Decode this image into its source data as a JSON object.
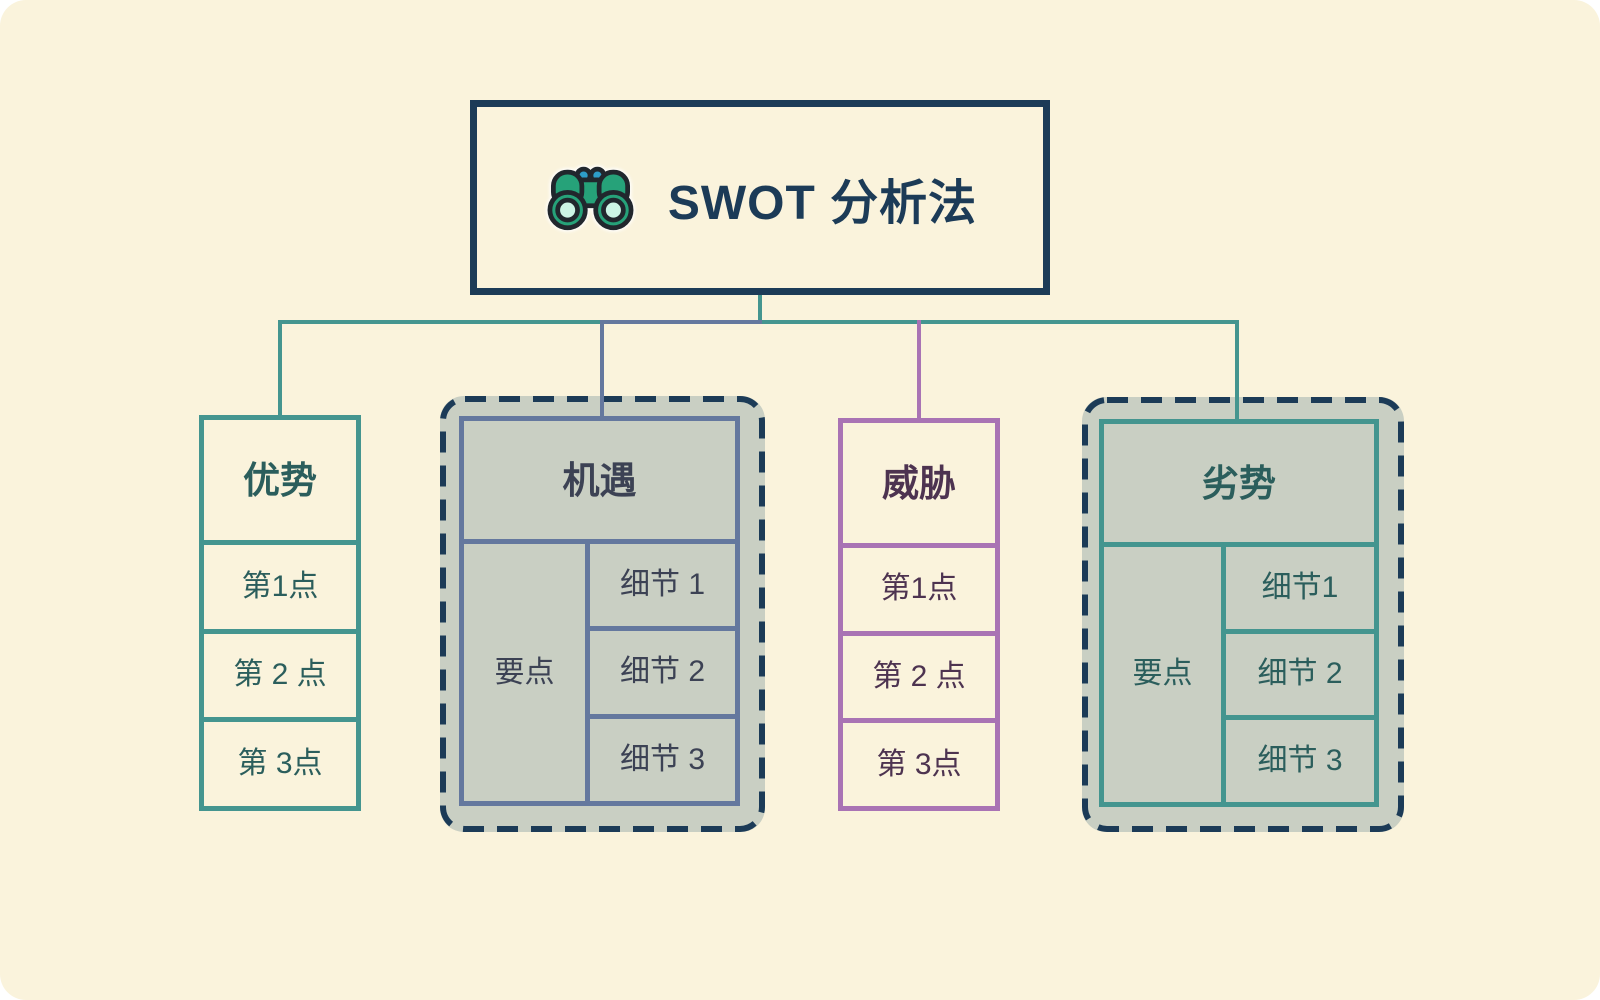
{
  "colors": {
    "bg_cream": "#faf3dc",
    "navy": "#1c3b57",
    "teal": "#44958f",
    "purple": "#a973b4",
    "slate": "#64789e",
    "sage": "#c9cfc3",
    "header_text": "#141414",
    "teal_text": "#2b5e5c",
    "plum_text": "#4d3350",
    "slate_text": "#3c4254",
    "icon_green": "#26a279",
    "icon_blue": "#2d9dc8",
    "icon_mint": "#ccf5e5",
    "icon_outline": "#21272d"
  },
  "title": {
    "label": "SWOT 分析法",
    "icon": "binoculars-icon"
  },
  "branches": {
    "strengths": {
      "label": "优势",
      "items": [
        "第1点",
        "第 2 点",
        "第 3点"
      ]
    },
    "opportunities": {
      "label": "机遇",
      "main": "要点",
      "details": [
        "细节 1",
        "细节 2",
        "细节 3"
      ]
    },
    "threats": {
      "label": "威胁",
      "items": [
        "第1点",
        "第 2 点",
        "第 3点"
      ]
    },
    "weaknesses": {
      "label": "劣势",
      "main": "要点",
      "details": [
        "细节1",
        "细节 2",
        "细节 3"
      ]
    }
  }
}
